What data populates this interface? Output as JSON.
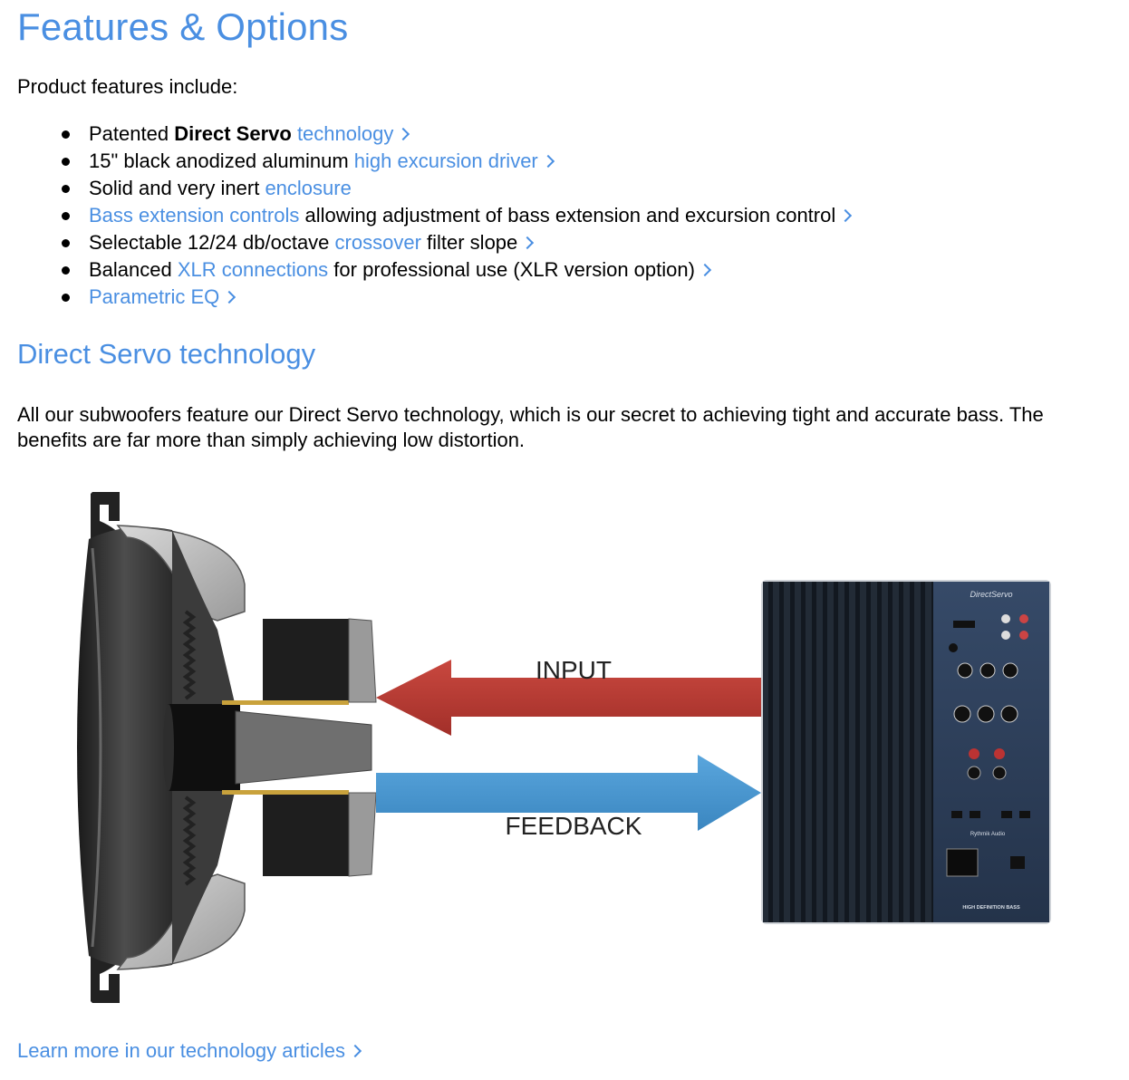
{
  "page": {
    "title": "Features & Options",
    "intro": "Product features include:",
    "features": [
      {
        "pre": "Patented ",
        "bold": "Direct Servo",
        "mid": " ",
        "link": "technology",
        "post": "",
        "chevron": true
      },
      {
        "pre": "15\" black anodized aluminum ",
        "bold": "",
        "mid": "",
        "link": "high excursion driver",
        "post": "",
        "chevron": true
      },
      {
        "pre": "Solid and very inert ",
        "bold": "",
        "mid": "",
        "link": "enclosure",
        "post": "",
        "chevron": false
      },
      {
        "pre": "",
        "bold": "",
        "mid": "",
        "link": "Bass extension controls",
        "post": " allowing adjustment of bass extension and excursion control",
        "chevron": true
      },
      {
        "pre": "Selectable 12/24 db/octave ",
        "bold": "",
        "mid": "",
        "link": "crossover",
        "post": " filter slope",
        "chevron": true
      },
      {
        "pre": "Balanced ",
        "bold": "",
        "mid": "",
        "link": "XLR connections",
        "post": " for professional use (XLR version option)",
        "chevron": true
      },
      {
        "pre": "",
        "bold": "",
        "mid": "",
        "link": "Parametric EQ",
        "post": "",
        "chevron": true
      }
    ],
    "section_title": "Direct Servo technology",
    "paragraph": "All our subwoofers feature our Direct Servo technology, which is our secret to achieving tight and accurate bass. The benefits are far more than simply achieving low distortion.",
    "diagram": {
      "input_label": "INPUT",
      "feedback_label": "FEEDBACK",
      "brand_label": "DirectServo",
      "panel_maker": "Rythmik Audio",
      "panel_caption": "HIGH DEFINITION BASS",
      "input_arrow_color": "#b53a33",
      "feedback_arrow_color": "#4a96cf"
    },
    "learn_more": "Learn more in our technology articles"
  },
  "colors": {
    "link": "#4a8fe2",
    "text": "#000000"
  }
}
